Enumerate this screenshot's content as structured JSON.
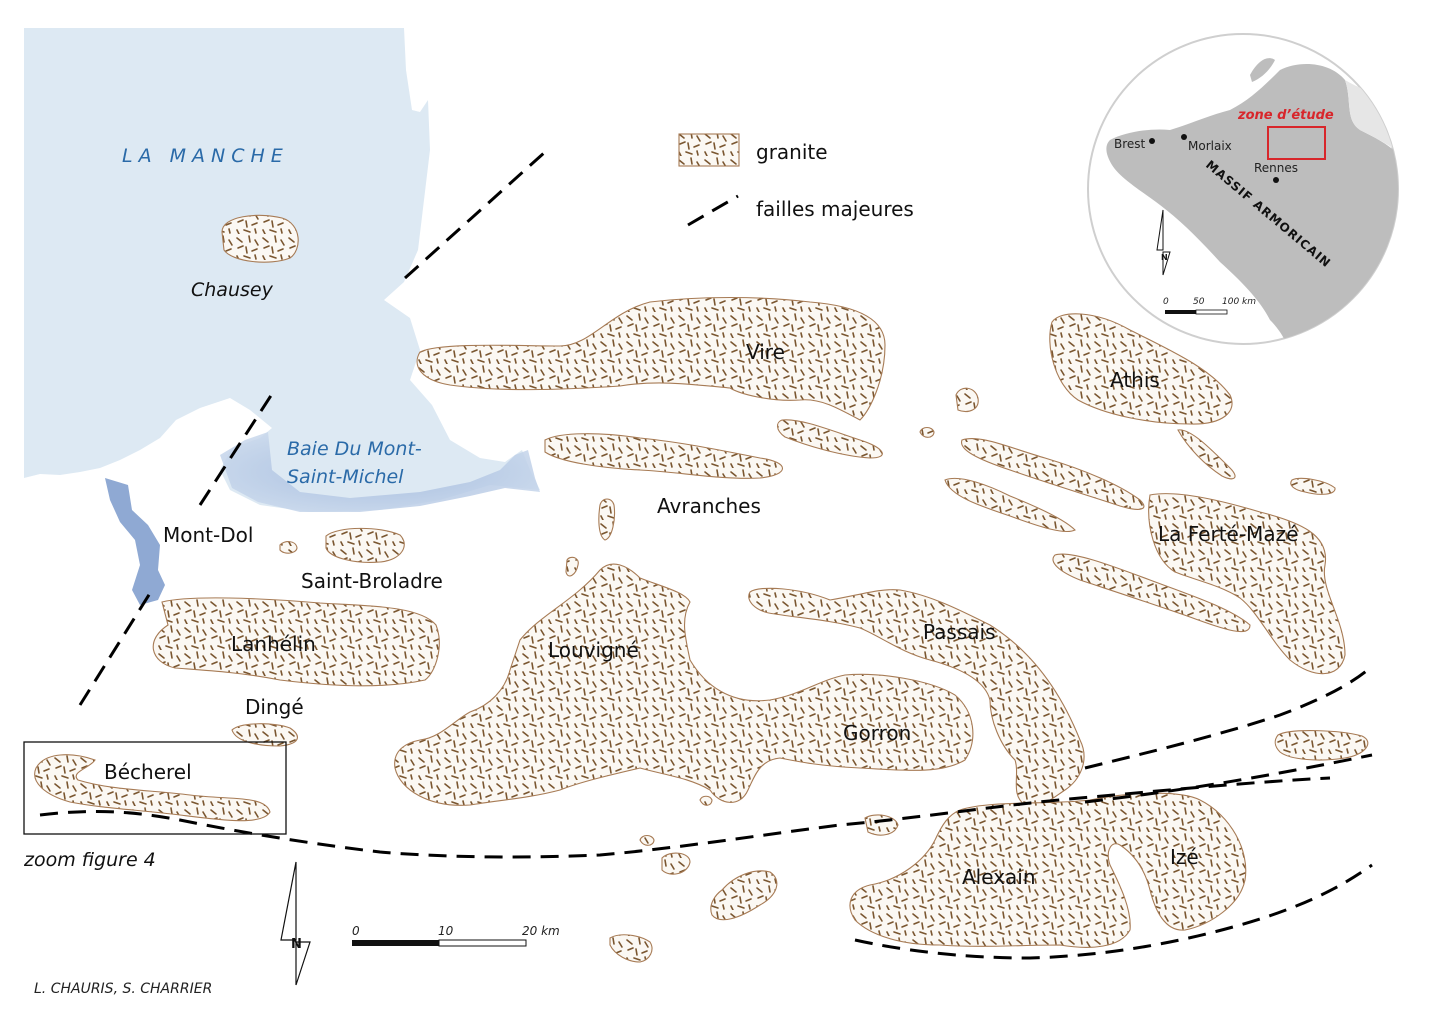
{
  "colors": {
    "sea": "#dde9f3",
    "granite_fill": "#fbf8f3",
    "granite_stroke": "#a77b55",
    "granite_dash": "#7a5630",
    "inset_land": "#bdbdbd",
    "highlight": "#d8262b",
    "fault": "#000000"
  },
  "sea": {
    "label": "LA MANCHE"
  },
  "bay": {
    "line1": "Baie Du Mont-",
    "line2": "Saint-Michel"
  },
  "island": {
    "label": "Chausey"
  },
  "places": {
    "mont_dol": "Mont-Dol",
    "saint_broladre": "Saint-Broladre",
    "lanhelin": "Lanhélin",
    "dinge": "Dingé",
    "becherel": "Bécherel",
    "vire": "Vire",
    "avranches": "Avranches",
    "louvigne": "Louvigné",
    "passais": "Passais",
    "gorron": "Gorron",
    "athis": "Athis",
    "la_ferte_maze": "La Ferté-Mazé",
    "alexain": "Alexain",
    "ize": "Izé"
  },
  "legend": {
    "granite": "granite",
    "faults": "failles majeures"
  },
  "zoom_label": "zoom figure 4",
  "north_label": "N",
  "scale": {
    "t0": "0",
    "t1": "10",
    "t2": "20 km"
  },
  "credit": "L. CHAURIS, S. CHARRIER",
  "inset": {
    "zone_label": "zone d’étude",
    "brest": "Brest",
    "morlaix": "Morlaix",
    "rennes": "Rennes",
    "massif": "MASSIF ARMORICAIN",
    "north": "N",
    "scale_t0": "0",
    "scale_t1": "50",
    "scale_t2": "100 km"
  }
}
